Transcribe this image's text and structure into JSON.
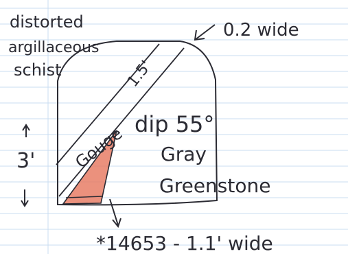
{
  "labels": {
    "rock_above": [
      "distorted",
      "argillaceous",
      "schist"
    ],
    "vein_width": "0.2 wide",
    "inner_width": "1.5'",
    "gouge": "Gouge",
    "dip": "dip 55°",
    "rock_right": [
      "Gray",
      "Greenstone"
    ],
    "height_scale": "3'",
    "sample": "*14653 - 1.1' wide"
  },
  "colors": {
    "paper": "#ffffff",
    "rule_line": "#c9dcf2",
    "margin_line": "#c9dcf2",
    "ink": "#2b2b33",
    "vein_fill": "#e6765d"
  },
  "icons": {
    "arrow_up": "arrow-up-icon",
    "arrow_down": "arrow-down-icon",
    "pointer": "pointer-arrow-icon"
  }
}
